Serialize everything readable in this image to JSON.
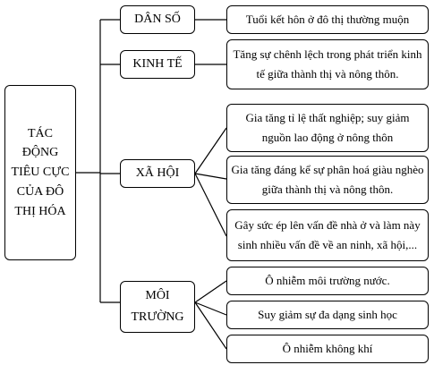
{
  "root": {
    "label": "TÁC ĐỘNG TIÊU CỰC CỦA ĐÔ THỊ HÓA"
  },
  "categories": [
    {
      "label": "DÂN SỐ",
      "items": [
        "Tuổi kết hôn ở đô thị thường muộn"
      ]
    },
    {
      "label": "KINH TẾ",
      "items": [
        "Tăng sự chênh lệch trong phát triển kinh tế giữa thành thị và nông thôn."
      ]
    },
    {
      "label": "XÃ HỘI",
      "items": [
        "Gia tăng tỉ lệ thất nghiệp; suy giảm nguồn lao động ở nông thôn",
        "Gia tăng đáng kể sự phân hoá giàu nghèo giữa thành thị và nông thôn.",
        "Gây sức ép lên vấn đề nhà ở và làm này sinh nhiều vấn đề về an ninh, xã hội,..."
      ]
    },
    {
      "label": "MÔI TRƯỜNG",
      "items": [
        "Ô nhiễm môi trường nước.",
        "Suy giảm sự đa dạng sinh học",
        "Ô nhiễm không khí"
      ]
    }
  ]
}
